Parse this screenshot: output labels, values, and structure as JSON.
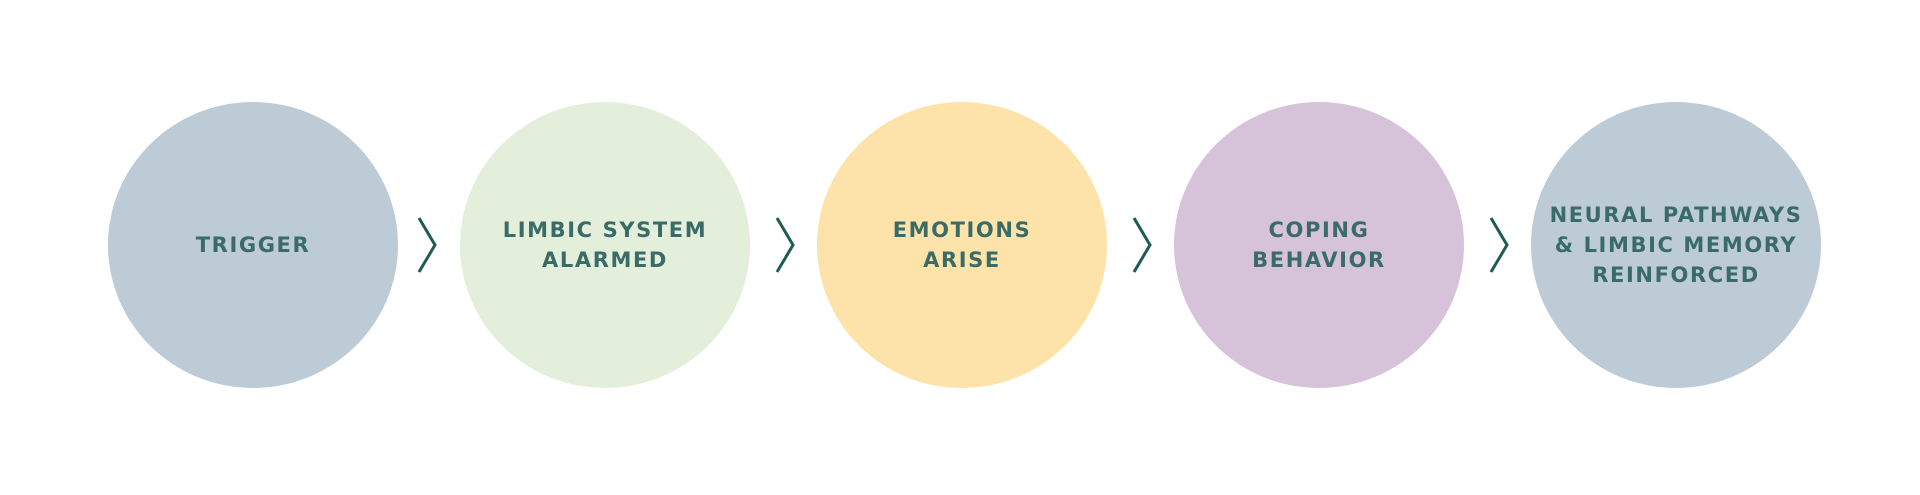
{
  "diagram": {
    "nodes": [
      {
        "label": "TRIGGER",
        "color": "#bccbd5"
      },
      {
        "label": "LIMBIC SYSTEM\nALARMED",
        "color": "#e3efdb"
      },
      {
        "label": "EMOTIONS\nARISE",
        "color": "#fde3a9"
      },
      {
        "label": "COPING\nBEHAVIOR",
        "color": "#d6c2d9"
      },
      {
        "label": "NEURAL PATHWAYS\n& LIMBIC MEMORY\nREINFORCED",
        "color": "#bccbd5"
      }
    ],
    "text_color": "#3a6b67",
    "arrow_color": "#1f5a54",
    "arrow_icon": "chevron-right-icon"
  }
}
